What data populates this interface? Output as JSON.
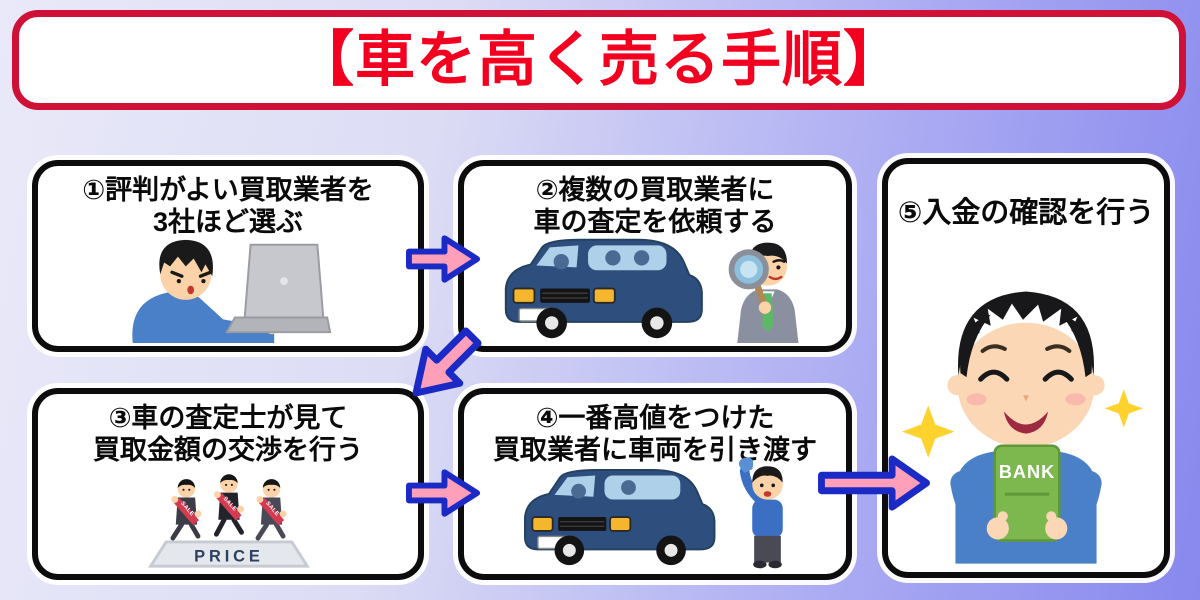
{
  "title": "【車を高く売る手順】",
  "steps": [
    {
      "line1": "①評判がよい買取業者を",
      "line2": "3社ほど選ぶ"
    },
    {
      "line1": "②複数の買取業者に",
      "line2": "車の査定を依頼する"
    },
    {
      "line1": "③車の査定士が見て",
      "line2": "買取金額の交渉を行う"
    },
    {
      "line1": "④一番高値をつけた",
      "line2": "買取業者に車両を引き渡す"
    },
    {
      "line1": "⑤入金の確認を行う",
      "line2": ""
    }
  ],
  "labels": {
    "sale": "SALE",
    "price": "PRICE",
    "bank": "BANK"
  },
  "illustrations": [
    "man-searching-on-laptop",
    "car-with-appraiser-magnifying-glass",
    "salesmen-racing-with-sale-sashes-on-price-mat",
    "car-handover-by-seller",
    "happy-man-holding-bank-book"
  ],
  "colors": {
    "background_start": "#e9e9f9",
    "background_end": "#8888ee",
    "title_text": "#f30021",
    "title_border": "#cf1137",
    "box_border": "#0c0c0c",
    "arrow_fill": "#ff9fb9",
    "arrow_border": "#1b2ac5",
    "car_body": "#2e4e7e",
    "bank_book_green": "#7cb84e",
    "sash_red": "#d43a50"
  }
}
